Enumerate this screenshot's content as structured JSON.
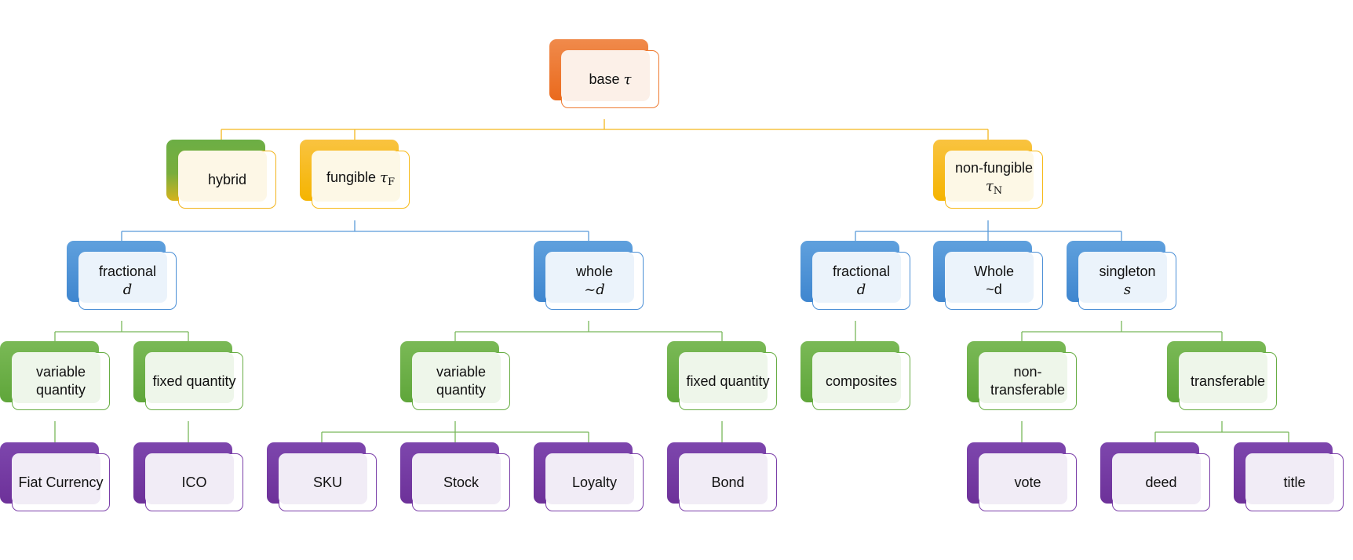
{
  "colors": {
    "orange": "#ee7a30",
    "yellow": "#f7b916",
    "blue": "#4b8fd6",
    "green": "#68ad44",
    "purple": "#7a3ea8"
  },
  "nodes": {
    "base": {
      "text": "base",
      "math": "τ"
    },
    "hybrid": {
      "text": "hybrid"
    },
    "fungible": {
      "text": "fungible",
      "math": "τ",
      "sub": "F"
    },
    "non_fungible": {
      "text": "non-fungible",
      "math": "τ",
      "sub": "N"
    },
    "f_fractional": {
      "text": "fractional",
      "math": "d"
    },
    "f_whole": {
      "text": "whole",
      "math": "~d"
    },
    "n_fractional": {
      "text": "fractional",
      "math": "d"
    },
    "n_whole": {
      "text": "Whole",
      "text2": "~d"
    },
    "n_singleton": {
      "text": "singleton",
      "math": "s"
    },
    "f_fr_variable": {
      "text": "variable quantity"
    },
    "f_fr_fixed": {
      "text": "fixed quantity"
    },
    "f_wh_variable": {
      "text": "variable quantity"
    },
    "f_wh_fixed": {
      "text": "fixed quantity"
    },
    "n_composites": {
      "text": "composites"
    },
    "n_non_transferable": {
      "text": "non-transferable"
    },
    "n_transferable": {
      "text": "transferable"
    },
    "fiat": {
      "text": "Fiat Currency"
    },
    "ico": {
      "text": "ICO"
    },
    "sku": {
      "text": "SKU"
    },
    "stock": {
      "text": "Stock"
    },
    "loyalty": {
      "text": "Loyalty"
    },
    "bond": {
      "text": "Bond"
    },
    "vote": {
      "text": "vote"
    },
    "deed": {
      "text": "deed"
    },
    "title": {
      "text": "title"
    }
  }
}
